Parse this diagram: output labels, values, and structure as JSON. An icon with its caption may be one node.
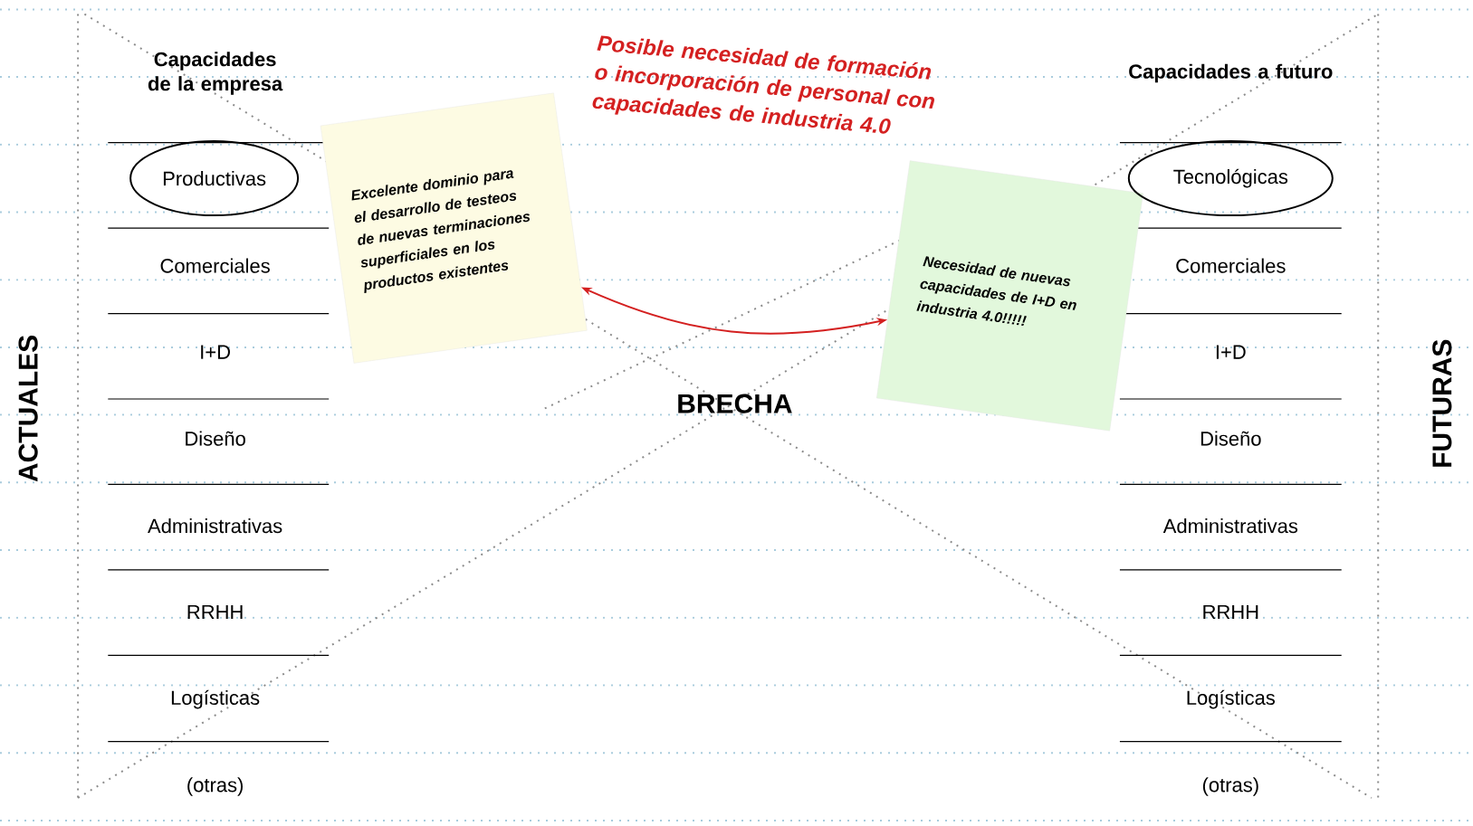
{
  "diagram": {
    "nodes": [
      {
        "text": [
          "Excelente dominio para el desarrollo de testeos de nuevas terminaciones superficiales en los productos existentes"
        ]
      },
      {
        "text": [
          "Necesidad de nuevas capacidades de I+D en industria 4.0!!!!!"
        ]
      },
      {
        "text": [
          "Productivas"
        ]
      },
      {
        "text": [
          "Tecnológicas"
        ]
      }
    ],
    "edges": [
      {
        "from": 0,
        "to": 1,
        "arrow": "both"
      }
    ],
    "labels": [
      "Posible necesidad de formación o incorporación de personal con capacidades de industria 4.0",
      "Capacidades de la empresa",
      "Capacidades a futuro",
      "Comerciales",
      "Comerciales",
      "I+D",
      "I+D",
      "ACTUALES",
      "BRECHA",
      "FUTURAS",
      "Diseño",
      "Diseño",
      "Administrativas",
      "Administrativas",
      "RRHH",
      "RRHH",
      "Logísticas",
      "Logísticas",
      "(otras)",
      "(otras)"
    ]
  }
}
